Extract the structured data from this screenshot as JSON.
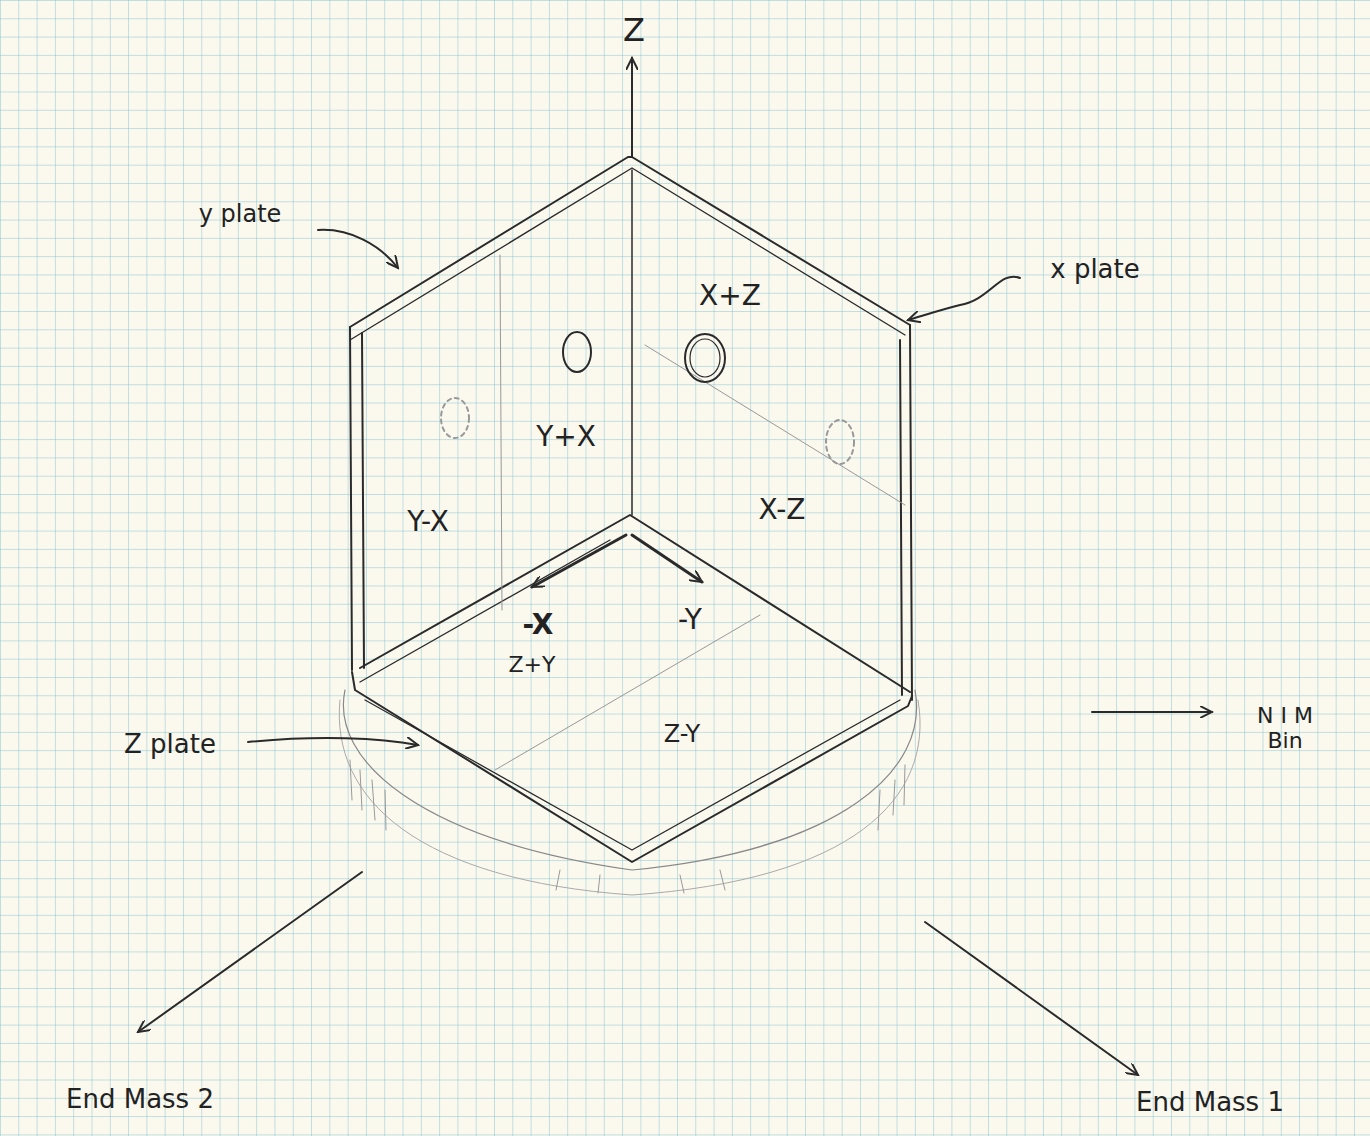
{
  "diagram": {
    "labels": [
      "Z",
      "y plate",
      "x plate",
      "X+Z",
      "Y+X",
      "Y-X",
      "X-Z",
      "-X",
      "-Y",
      "Z+Y",
      "Z-Y",
      "Z plate",
      "N I M Bin",
      "End Mass 2",
      "End Mass 1"
    ]
  }
}
